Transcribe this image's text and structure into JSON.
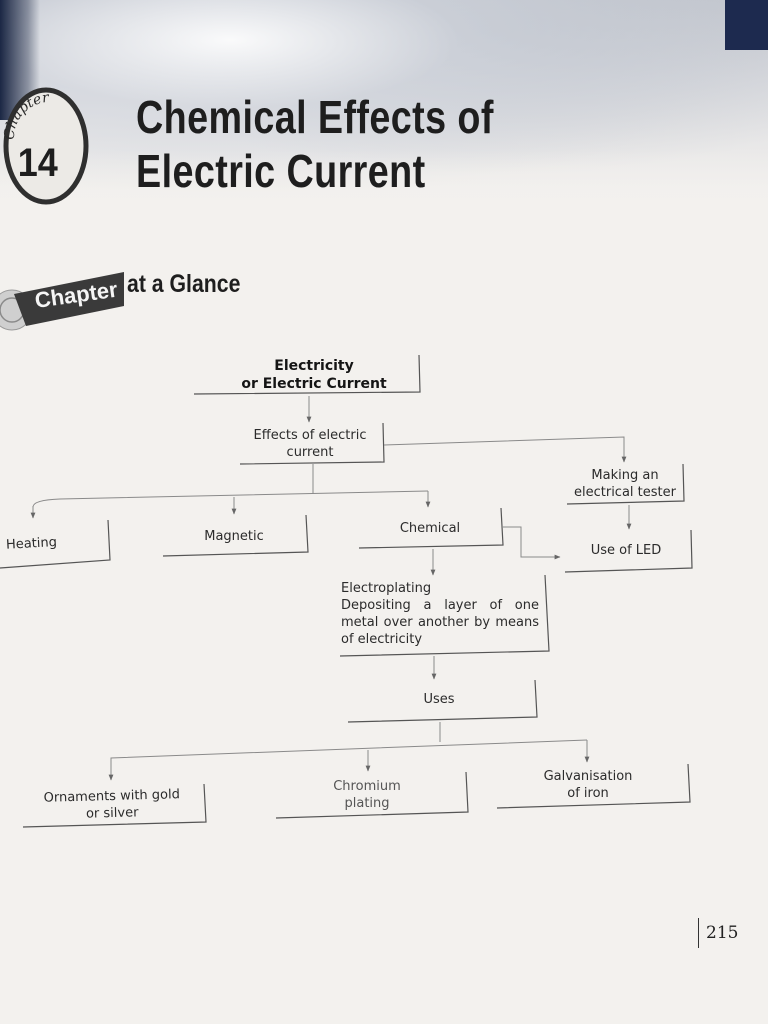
{
  "chapter": {
    "label": "Chapter",
    "number": "14",
    "title_line1": "Chemical Effects of",
    "title_line2": "Electric Current"
  },
  "section": {
    "ribbon_label": "Chapter",
    "rest_label": "at a Glance"
  },
  "flowchart": {
    "root_line1": "Electricity",
    "root_line2": "or Electric Current",
    "effects_line1": "Effects of electric",
    "effects_line2": "current",
    "tester_line1": "Making an",
    "tester_line2": "electrical tester",
    "heating": "Heating",
    "magnetic": "Magnetic",
    "chemical": "Chemical",
    "led": "Use of LED",
    "electroplating_title": "Electroplating",
    "electroplating_desc": "Depositing a layer of one metal over another by means of electricity",
    "uses": "Uses",
    "ornaments_line1": "Ornaments with gold",
    "ornaments_line2": "or silver",
    "chromium_line1": "Chromium",
    "chromium_line2": "plating",
    "galvanisation_line1": "Galvanisation",
    "galvanisation_line2": "of iron"
  },
  "page_number": "215",
  "colors": {
    "ink": "#1e1e1e",
    "ribbon": "#3a3a3a",
    "badge_ring": "#2f2f2f",
    "paper": "#f3f1ee"
  }
}
